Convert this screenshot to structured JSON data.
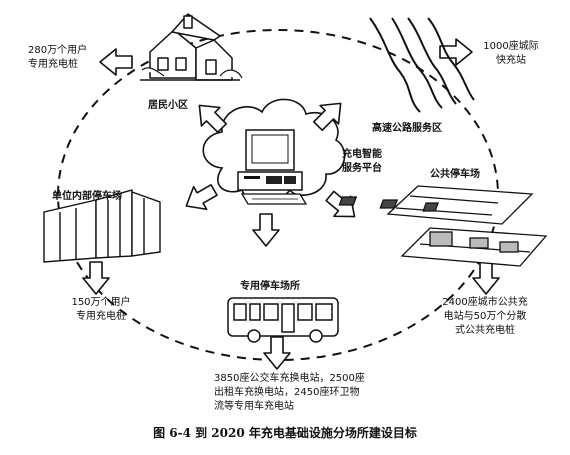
{
  "diagram": {
    "center_label": [
      "充电智能",
      "服务平台"
    ],
    "nodes": {
      "residential": {
        "title": "居民小区",
        "target": [
          "280万个用户",
          "专用充电桩"
        ]
      },
      "highway": {
        "title": "高速公路服务区",
        "target": [
          "1000座城际",
          "快充站"
        ]
      },
      "public_parking": {
        "title": "公共停车场",
        "target": [
          "2400座城市公共充",
          "电站与50万个分散",
          "式公共充电桩"
        ]
      },
      "dedicated_parking": {
        "title": "专用停车场所",
        "target": [
          "3850座公交车充换电站，2500座",
          "出租车充换电站，2450座环卫物",
          "流等专用车充电站"
        ]
      },
      "workplace": {
        "title": "单位内部停车场",
        "target": [
          "150万个用户",
          "专用充电桩"
        ]
      }
    }
  },
  "caption": "图 6-4   到 2020 年充电基础设施分场所建设目标"
}
